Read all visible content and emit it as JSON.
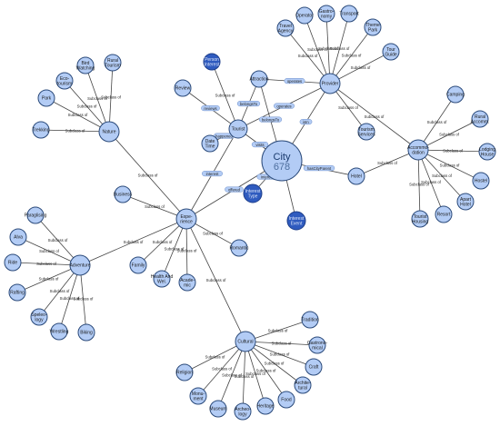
{
  "city": {
    "label": "City",
    "count": "678"
  },
  "nodes": {
    "tourist": "Tourist",
    "provider": "Provider",
    "experience": "Expe-rience",
    "accommodation": "Accommo-dation",
    "adventure": "Adventure",
    "cultural": "Cultural",
    "nature": "Nature",
    "hotel": "Hotel",
    "attraction": "Attraction",
    "review": "Review",
    "date_time": "Date Time",
    "person_dark": "Person Interest",
    "travel_agency": "Travel Agency",
    "operator": "Operator",
    "gastronomy": "Gastro-nomy",
    "transport": "Transport",
    "theme_park": "Theme Park",
    "tour_guide": "Tour Guide",
    "tourism_services": "Tourism Services",
    "camping": "Camping",
    "rural_accomm": "Rural Accomm.",
    "lodging_house": "Lodging House",
    "hostel": "Hostel",
    "apart_hotel": "Apart Hotel",
    "resort": "Resort",
    "tourist_housing": "Tourist Housing",
    "eco_tourism": "Eco-tourism",
    "bird_watching": "Bird Watching",
    "rural_tourism": "Rural Tourism",
    "park": "Park",
    "trekking": "Trekking",
    "business": "Business",
    "romantic": "Romantic",
    "family": "Family",
    "health": "Health And Wel.",
    "academic": "Acade-mic",
    "paragliding": "Paraglising",
    "alva": "Alva",
    "ride": "Ride",
    "rafting": "Rafting",
    "speleology": "Speleo-logy",
    "wrestling": "Wrestling",
    "biking": "Biking",
    "tradition": "Tradition",
    "gastronomy2": "Gastrono-mical",
    "craft": "Craft",
    "architectural": "Archite-tural",
    "food": "Food",
    "heritage": "Heritage",
    "archaeology": "Archeo-logy",
    "museum": "Museum",
    "monument": "Monu-ment",
    "religion": "Religion",
    "dark_mid": "Interest Type",
    "dark_lower": "Interest Event"
  },
  "edges": {
    "subclass": "Subclass of",
    "rev_tourist": "reviews",
    "happened": "happened",
    "visits": "visits",
    "belongs": "belongsTo",
    "isin": "isIn",
    "operates": "operates",
    "interest": "interest",
    "offered": "offered",
    "has_city_parent": "hasCityParent"
  }
}
